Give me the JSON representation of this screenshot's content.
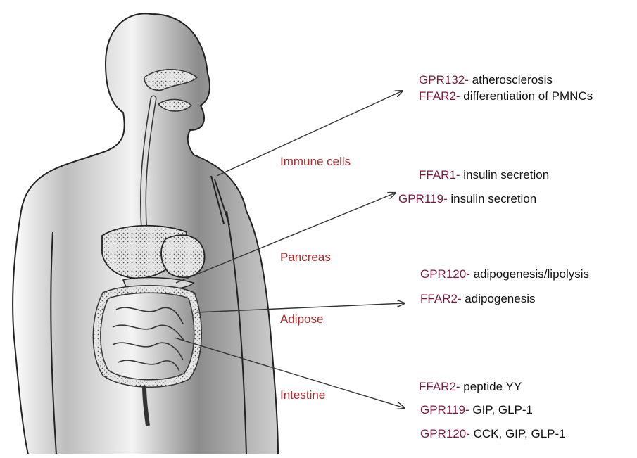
{
  "organs": [
    {
      "id": "immune",
      "label": "Immune cells"
    },
    {
      "id": "pancreas",
      "label": "Pancreas"
    },
    {
      "id": "adipose",
      "label": "Adipose"
    },
    {
      "id": "intestine",
      "label": "Intestine"
    }
  ],
  "effects": {
    "immune": [
      {
        "receptor": "GPR132-",
        "effect": "atherosclerosis"
      },
      {
        "receptor": "FFAR2-",
        "effect": "differentiation of PMNCs"
      }
    ],
    "pancreas": [
      {
        "receptor": "FFAR1-",
        "effect": "insulin secretion"
      },
      {
        "receptor": "GPR119-",
        "effect": "insulin secretion"
      }
    ],
    "adipose": [
      {
        "receptor": "GPR120-",
        "effect": "adipogenesis/lipolysis"
      },
      {
        "receptor": "FFAR2-",
        "effect": "adipogenesis"
      }
    ],
    "intestine": [
      {
        "receptor": "FFAR2-",
        "effect": "peptide YY"
      },
      {
        "receptor": "GPR119-",
        "effect": "GIP, GLP-1"
      },
      {
        "receptor": "GPR120-",
        "effect": "CCK, GIP, GLP-1"
      }
    ]
  },
  "colors": {
    "organ_label": "#a52a2a",
    "receptor": "#7a1a3a",
    "text": "#111111",
    "arrow": "#333333",
    "body_outline": "#222222",
    "body_shade": "#9a9a9a"
  }
}
